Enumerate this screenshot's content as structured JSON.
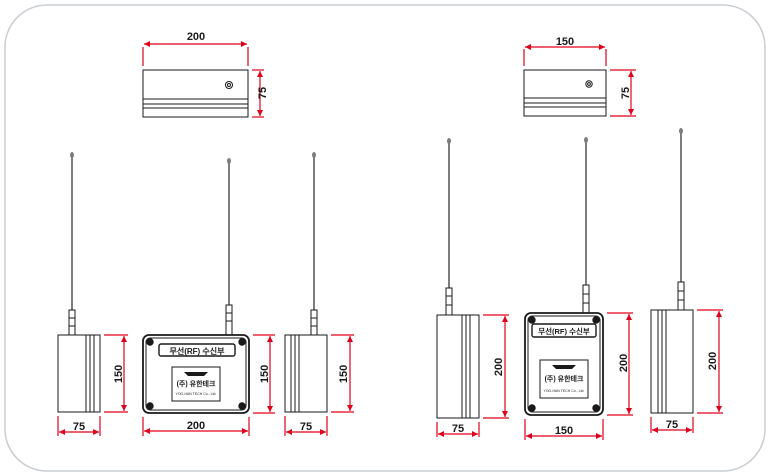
{
  "colors": {
    "frame": "#c9ced3",
    "dimension": "#e0001b",
    "outline": "#1a1a1a",
    "antenna": "#7d7d7d"
  },
  "left_unit": {
    "top_view": {
      "width_label": "200",
      "height_label": "75"
    },
    "side_view_left": {
      "width_label": "75",
      "height_label": "150"
    },
    "front_view": {
      "width_label": "200",
      "height_label": "150",
      "panel_title": "무선(RF) 수신부",
      "company_name": "(주) 유한테크",
      "company_sub": "YOO-HAN TECH Co., Ltd."
    },
    "side_view_right": {
      "width_label": "75",
      "height_label": "150"
    }
  },
  "right_unit": {
    "top_view": {
      "width_label": "150",
      "height_label": "75"
    },
    "side_view_left": {
      "width_label": "75",
      "height_label": "200"
    },
    "front_view": {
      "width_label": "150",
      "height_label": "200",
      "panel_title": "무선(RF) 수신부",
      "company_name": "(주) 유한테크",
      "company_sub": "YOO-HAN TECH Co., Ltd."
    },
    "side_view_right": {
      "width_label": "75",
      "height_label": "200"
    }
  }
}
